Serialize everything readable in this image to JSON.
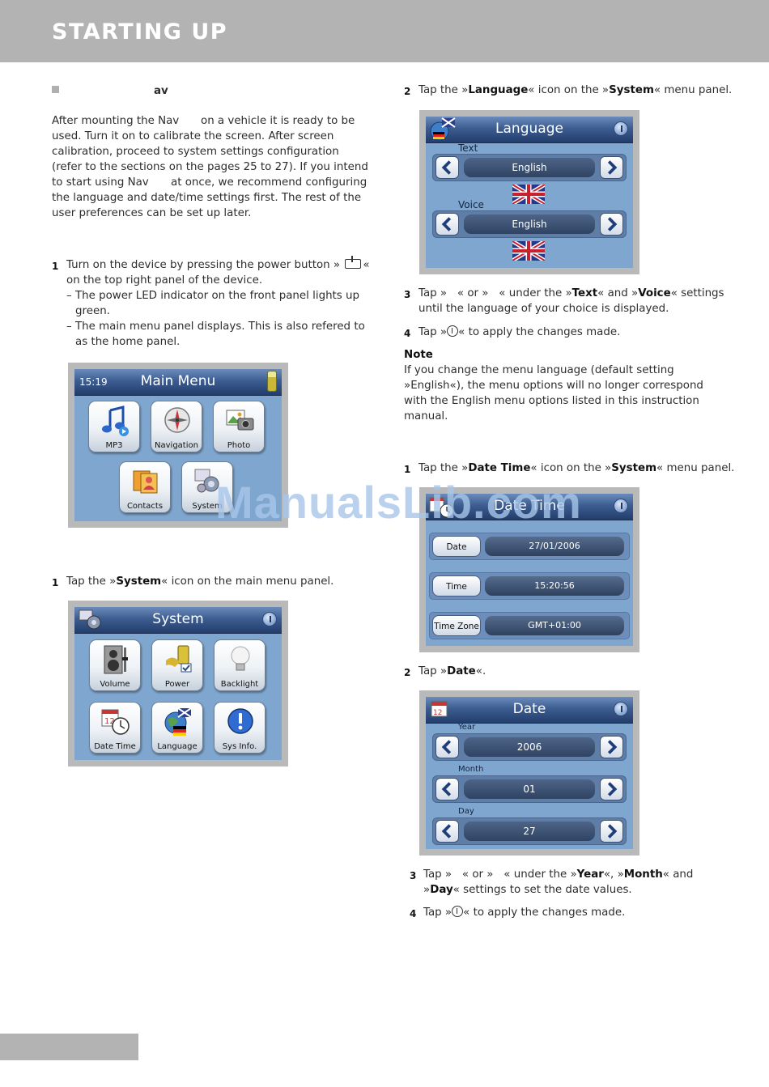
{
  "header": {
    "title": "STARTING UP"
  },
  "left": {
    "section_heading": "av",
    "intro_line1": "After mounting the Nav",
    "intro_line1b": "on a vehicle it is ready to be",
    "intro_line2": "used. Turn it on to calibrate the screen. After screen",
    "intro_line3": "calibration, proceed to system settings configuration",
    "intro_line4": "(refer to the sections on the pages 25 to 27). If you intend",
    "intro_line5a": "to start using Nav",
    "intro_line5b": "at once, we recommend configuring",
    "intro_line6": "the language and date/time settings first. The rest of the",
    "intro_line7": "user preferences can be set up later.",
    "step1_num": "1",
    "step1_a": "Turn on the device by pressing the power button »",
    "step1_b": "«",
    "step1_line2": "on the top right panel of the device.",
    "step1_sub1a": "– The power LED indicator on the front panel lights up",
    "step1_sub1b": "green.",
    "step1_sub2a": "– The main menu panel displays. This is also refered to",
    "step1_sub2b": "as the home panel.",
    "step2_num": "1",
    "step2_pre": "Tap the »",
    "step2_bold": "System",
    "step2_post": "« icon on the main menu panel."
  },
  "main_menu": {
    "clock": "15:19",
    "title": "Main Menu",
    "tiles": [
      "MP3",
      "Navigation",
      "Photo",
      "Contacts",
      "System"
    ]
  },
  "system_menu": {
    "title": "System",
    "tiles": [
      "Volume",
      "Power",
      "Backlight",
      "Date Time",
      "Language",
      "Sys Info."
    ]
  },
  "right": {
    "stepA_num": "2",
    "stepA_pre": "Tap the »",
    "stepA_b1": "Language",
    "stepA_mid": "« icon on the »",
    "stepA_b2": "System",
    "stepA_post": "« menu panel.",
    "stepB_num": "3",
    "stepB_a": "Tap »",
    "stepB_b": "« or »",
    "stepB_c": "« under the »",
    "stepB_b1": "Text",
    "stepB_d": "« and »",
    "stepB_b2": "Voice",
    "stepB_e": "« settings",
    "stepB_line2": "until the language of your choice is displayed.",
    "stepC_num": "4",
    "stepC_a": "Tap »",
    "stepC_b": "« to apply the changes made.",
    "note_title": "Note",
    "note_line1": "If you change the menu language (default setting",
    "note_line2": "»English«), the menu options will no longer correspond",
    "note_line3": "with the English menu options listed in this instruction",
    "note_line4": "manual.",
    "stepD_num": "1",
    "stepD_pre": "Tap the »",
    "stepD_b1": "Date Time",
    "stepD_mid": "« icon on the »",
    "stepD_b2": "System",
    "stepD_post": "« menu panel.",
    "stepE_num": "2",
    "stepE_pre": "Tap »",
    "stepE_b1": "Date",
    "stepE_post": "«.",
    "stepF_num": "3",
    "stepF_a": "Tap »",
    "stepF_b": "« or »",
    "stepF_c": "« under the »",
    "stepF_b1": "Year",
    "stepF_d": "«,  »",
    "stepF_b2": "Month",
    "stepF_e": "« and",
    "stepF_line2_pre": "»",
    "stepF_b3": "Day",
    "stepF_line2_post": "« settings to set the date values.",
    "stepG_num": "4",
    "stepG_a": "Tap »",
    "stepG_b": "« to apply the changes made."
  },
  "language_screen": {
    "title": "Language",
    "text_label": "Text",
    "text_value": "English",
    "voice_label": "Voice",
    "voice_value": "English"
  },
  "datetime_screen": {
    "title": "Date Time",
    "rows": [
      {
        "key": "Date",
        "value": "27/01/2006"
      },
      {
        "key": "Time",
        "value": "15:20:56"
      },
      {
        "key": "Time Zone",
        "value": "GMT+01:00"
      }
    ]
  },
  "date_screen": {
    "title": "Date",
    "year_label": "Year",
    "year_value": "2006",
    "month_label": "Month",
    "month_value": "01",
    "day_label": "Day",
    "day_value": "27"
  },
  "watermark": "ManualsLib.com"
}
